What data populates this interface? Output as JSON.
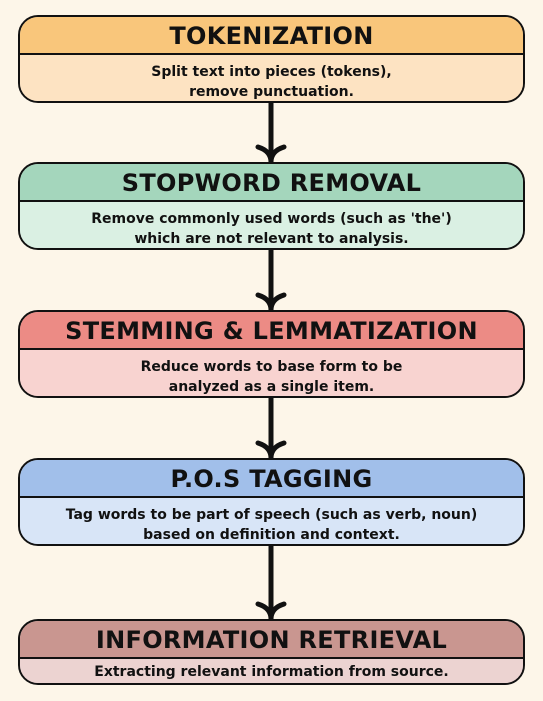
{
  "colors": {
    "background": "#fdf6e9",
    "stroke": "#111111"
  },
  "stages": [
    {
      "title": "TOKENIZATION",
      "lines": [
        "Split text into pieces (tokens),",
        "remove punctuation."
      ],
      "header_color": "#f9c67b",
      "body_color": "#fde3c2"
    },
    {
      "title": "STOPWORD REMOVAL",
      "lines": [
        "Remove commonly used words (such as 'the')",
        "which are not relevant to analysis."
      ],
      "header_color": "#a4d6bc",
      "body_color": "#daf0e3"
    },
    {
      "title": "STEMMING & LEMMATIZATION",
      "lines": [
        "Reduce words to base form to be",
        "analyzed as a single item."
      ],
      "header_color": "#ec8b85",
      "body_color": "#f8d3d0"
    },
    {
      "title": "P.O.S TAGGING",
      "lines": [
        "Tag words to be part of speech (such as verb, noun)",
        "based on definition and context."
      ],
      "header_color": "#a1bfea",
      "body_color": "#d8e5f7"
    },
    {
      "title": "INFORMATION RETRIEVAL",
      "lines": [
        "Extracting relevant information from source."
      ],
      "header_color": "#c99690",
      "body_color": "#ecd3d1"
    }
  ]
}
